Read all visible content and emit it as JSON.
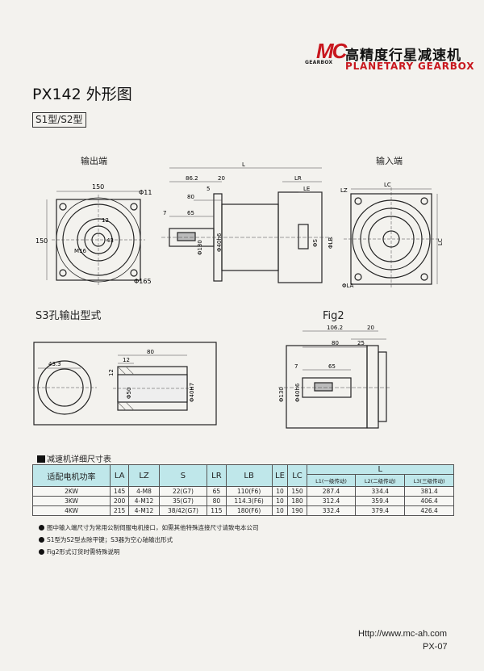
{
  "header": {
    "logo_mark": "MC",
    "logo_sub": "GEARBOX",
    "brand_cn": "高精度行星减速机",
    "brand_en": "PLANETARY GEARBOX"
  },
  "title": "PX142 外形图",
  "type_label": "S1型/S2型",
  "views": {
    "output_end": "输出端",
    "input_end": "输入端"
  },
  "dims_output": {
    "w": "150",
    "h": "150",
    "d11": "Φ11",
    "d165": "Φ165",
    "d12": "12",
    "d43": "43",
    "m16": "M16"
  },
  "dims_side": {
    "L": "L",
    "d862": "86.2",
    "d20": "20",
    "d5": "5",
    "d80": "80",
    "d7": "7",
    "d65": "65",
    "d130": "Φ130",
    "d40": "Φ40h6",
    "LR": "LR",
    "LE": "LE",
    "LB": "ΦLB",
    "S": "ΦS"
  },
  "dims_input": {
    "LZ": "LZ",
    "LC": "LC",
    "LA": "ΦLA",
    "LC2": "LC"
  },
  "s3": {
    "title": "S3孔输出型式",
    "d433": "43.3",
    "d12": "12",
    "d80": "80",
    "d12b": "12",
    "d50": "Φ50",
    "d40": "Φ40H7"
  },
  "fig2": {
    "title": "Fig2",
    "d1062": "106.2",
    "d20": "20",
    "d80": "80",
    "d25": "25",
    "d7": "7",
    "d65": "65",
    "d130": "Φ130",
    "d40": "Φ40h6"
  },
  "table": {
    "title": "减速机详细尺寸表",
    "headers": [
      "适配电机功率",
      "LA",
      "LZ",
      "S",
      "LR",
      "LB",
      "LE",
      "LC",
      "L"
    ],
    "sub_headers": [
      "L1(一级传动)",
      "L2(二级传动)",
      "L3(三级传动)"
    ],
    "rows": [
      [
        "2KW",
        "145",
        "4-M8",
        "22(G7)",
        "65",
        "110(F6)",
        "10",
        "150",
        "287.4",
        "334.4",
        "381.4"
      ],
      [
        "3KW",
        "200",
        "4-M12",
        "35(G7)",
        "80",
        "114.3(F6)",
        "10",
        "180",
        "312.4",
        "359.4",
        "406.4"
      ],
      [
        "4KW",
        "215",
        "4-M12",
        "38/42(G7)",
        "115",
        "180(F6)",
        "10",
        "190",
        "332.4",
        "379.4",
        "426.4"
      ]
    ]
  },
  "notes": [
    "图中输入端尺寸为常用公制伺服电机接口，如需其他特殊连接尺寸请致电本公司",
    "S1型为S2型去除平键；S3器为空心轴输出形式",
    "Fig2形式订货时需特殊说明"
  ],
  "footer": {
    "url": "Http://www.mc-ah.com",
    "page": "PX-07"
  }
}
